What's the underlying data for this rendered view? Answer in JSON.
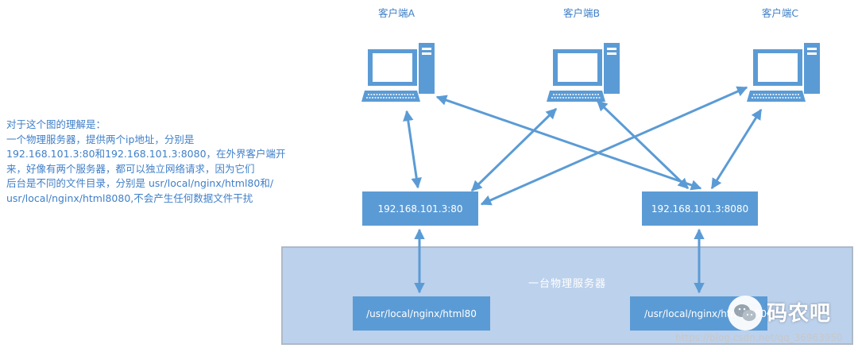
{
  "explanation": {
    "lines": [
      "对于这个图的理解是：",
      "一个物理服务器，提供两个ip地址，分别是",
      "192.168.101.3:80和192.168.101.3:8080，在外界客户端开",
      "来，好像有两个服务器，都可以独立网络请求，因为它们",
      "后台是不同的文件目录，分别是 usr/local/nginx/html80和/",
      "usr/local/nginx/html8080,不会产生任何数据文件干扰"
    ]
  },
  "clients": [
    {
      "label": "客户端A"
    },
    {
      "label": "客户端B"
    },
    {
      "label": "客户端C"
    }
  ],
  "servers": [
    {
      "label": "192.168.101.3:80"
    },
    {
      "label": "192.168.101.3:8080"
    }
  ],
  "physical_server": {
    "label": "一台物理服务器"
  },
  "directories": [
    {
      "label": "/usr/local/nginx/html80"
    },
    {
      "label": "/usr/local/nginx/html8080"
    }
  ],
  "watermark": {
    "brand": "码农吧",
    "url": "https://blog.csdn.net/qq_36963950"
  },
  "colors": {
    "accent": "#5b9bd5",
    "text": "#3f7fc9",
    "panel": "#bcd1ec"
  }
}
